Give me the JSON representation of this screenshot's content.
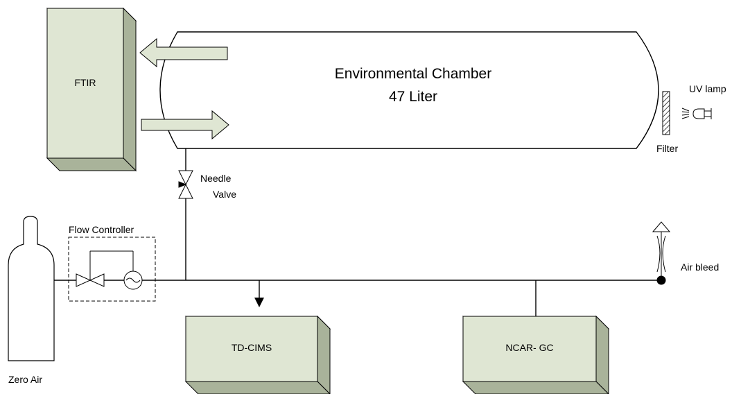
{
  "chamber": {
    "title": "Environmental Chamber",
    "volume": "47 Liter"
  },
  "instruments": {
    "ftir": "FTIR",
    "tdcims": "TD-CIMS",
    "ncargc": "NCAR- GC"
  },
  "labels": {
    "needle_valve_line1": "Needle",
    "needle_valve_line2": "Valve",
    "flow_controller": "Flow Controller",
    "zero_air": "Zero Air",
    "air_bleed": "Air bleed",
    "uv_lamp": "UV lamp",
    "filter": "Filter"
  },
  "colors": {
    "box_fill": "#dfe6d3",
    "box_side": "#a9b39a",
    "box_top": "#c8d0bc",
    "arrow_fill": "#dfe6d3",
    "line": "#000000"
  }
}
